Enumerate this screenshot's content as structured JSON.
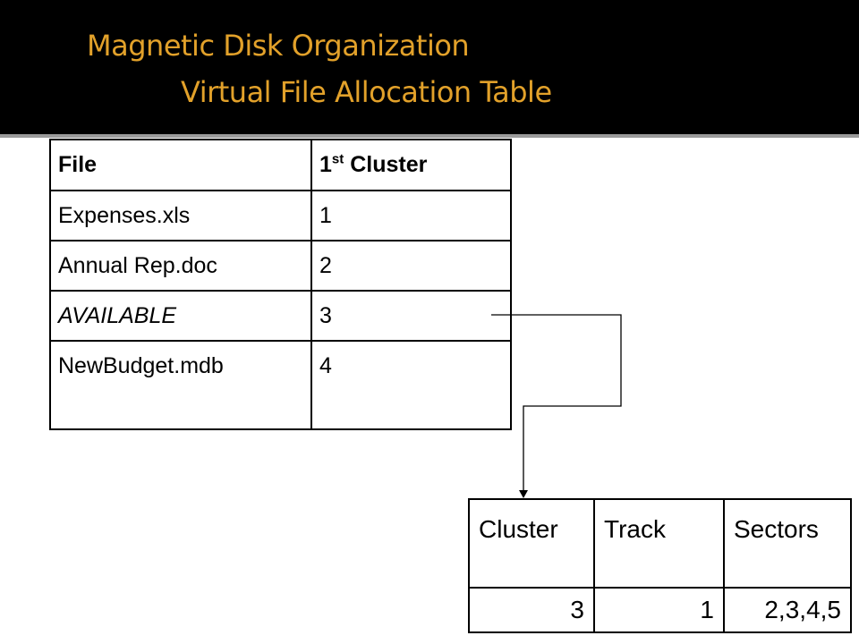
{
  "title": {
    "line1": "Magnetic Disk Organization",
    "line2": "Virtual File Allocation Table"
  },
  "file_table": {
    "headers": {
      "file": "File",
      "cluster_prefix": "1",
      "cluster_sup": "st",
      "cluster_suffix": " Cluster"
    },
    "rows": [
      {
        "file": "Expenses.xls",
        "cluster": "1"
      },
      {
        "file": "Annual Rep.doc",
        "cluster": "2"
      },
      {
        "file": "AVAILABLE",
        "cluster": "3"
      },
      {
        "file": "NewBudget.mdb",
        "cluster": "4"
      }
    ]
  },
  "cluster_table": {
    "headers": [
      "Cluster",
      "Track",
      "Sectors"
    ],
    "row": [
      "3",
      "1",
      "2,3,4,5"
    ]
  },
  "colors": {
    "title_background": "#000000",
    "title_text": "#e2a12a"
  }
}
